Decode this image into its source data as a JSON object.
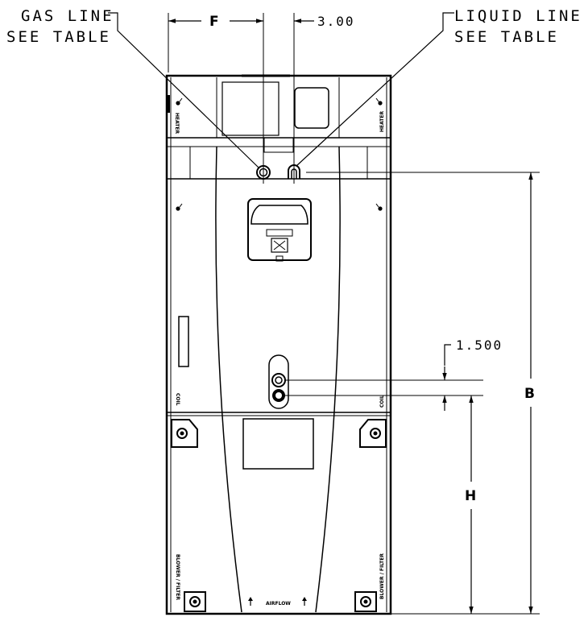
{
  "callouts": {
    "gas_line_1": "GAS LINE",
    "gas_line_2": "SEE TABLE",
    "liquid_line_1": "LIQUID LINE",
    "liquid_line_2": "SEE TABLE"
  },
  "dimensions": {
    "f": "F",
    "top_offset": "3.00",
    "b": "B",
    "h": "H",
    "port_spacing": "1.500"
  },
  "unit_labels": {
    "heater_left": "HEATER",
    "heater_right": "HEATER",
    "coil_left": "COIL",
    "coil_right": "COIL",
    "blower_left": "BLOWER / FILTER",
    "blower_right": "BLOWER / FILTER",
    "airflow": "AIRFLOW"
  },
  "colors": {
    "ink": "#000000",
    "background": "#ffffff",
    "panel": "#ffffff"
  }
}
